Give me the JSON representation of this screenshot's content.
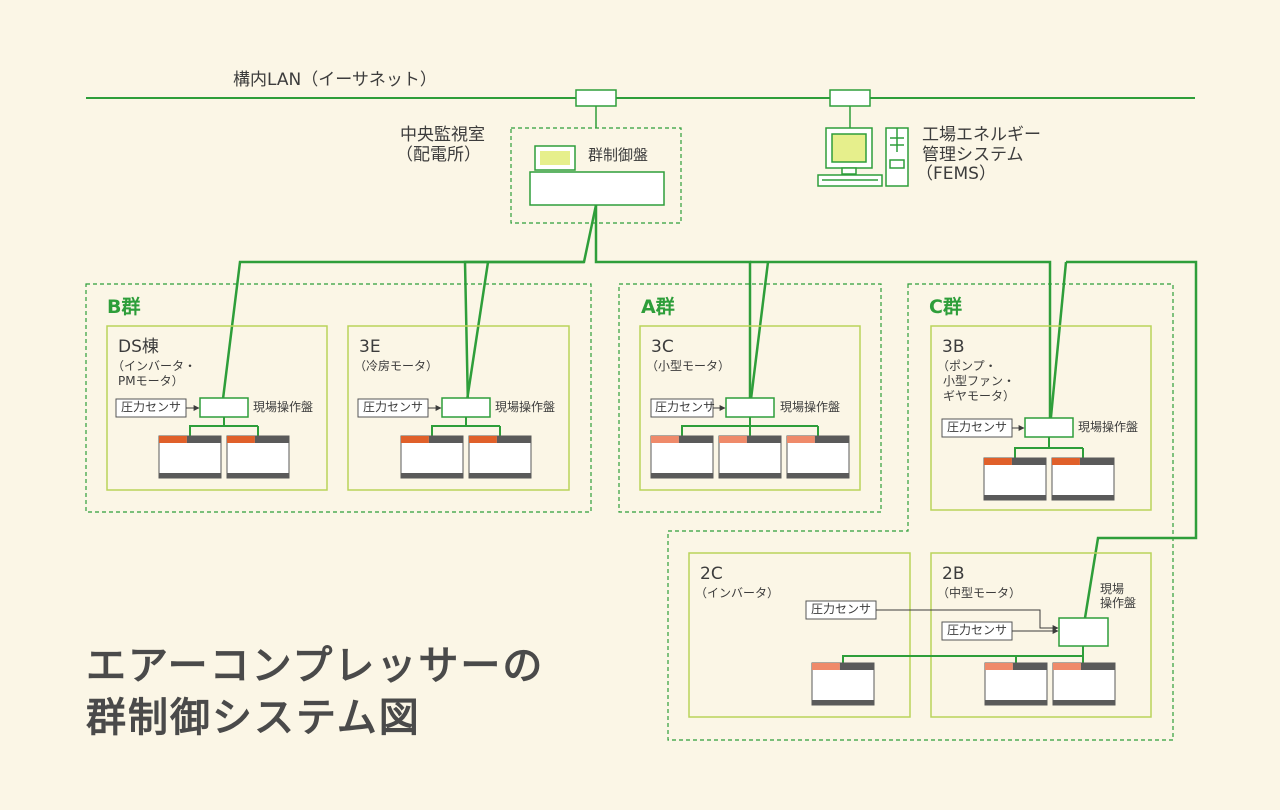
{
  "lan": {
    "label": "構内LAN（イーサネット）"
  },
  "central": {
    "room_line1": "中央監視室",
    "room_line2": "（配電所）",
    "panel_label": "群制御盤"
  },
  "fems": {
    "line1": "工場エネルギー",
    "line2": "管理システム",
    "line3": "（FEMS）"
  },
  "groups": {
    "b": "B群",
    "a": "A群",
    "c": "C群"
  },
  "buildings": {
    "ds": {
      "name": "DS棟",
      "note1": "（インバータ・",
      "note2": "PMモータ）"
    },
    "e3": {
      "name": "3E",
      "note1": "（冷房モータ）"
    },
    "c3": {
      "name": "3C",
      "note1": "（小型モータ）"
    },
    "b3": {
      "name": "3B",
      "note1": "（ポンプ・",
      "note2": "小型ファン・",
      "note3": "ギヤモータ）"
    },
    "c2": {
      "name": "2C",
      "note1": "（インバータ）"
    },
    "b2": {
      "name": "2B",
      "note1": "（中型モータ）"
    }
  },
  "labels": {
    "pressure_sensor": "圧力センサ",
    "site_panel": "現場操作盤",
    "site_panel_line1": "現場",
    "site_panel_line2": "操作盤"
  },
  "title": {
    "line1": "エアーコンプレッサーの",
    "line2": "群制御システム図"
  },
  "colors": {
    "background": "#fbf6e6",
    "line_green": "#2e9e3a",
    "frame_green": "#b9d45a",
    "screen_yellow": "#e6ef8c",
    "compressor_orange": "#e0602a",
    "compressor_salmon": "#ef8a6a",
    "compressor_dark": "#5a5a5a"
  }
}
